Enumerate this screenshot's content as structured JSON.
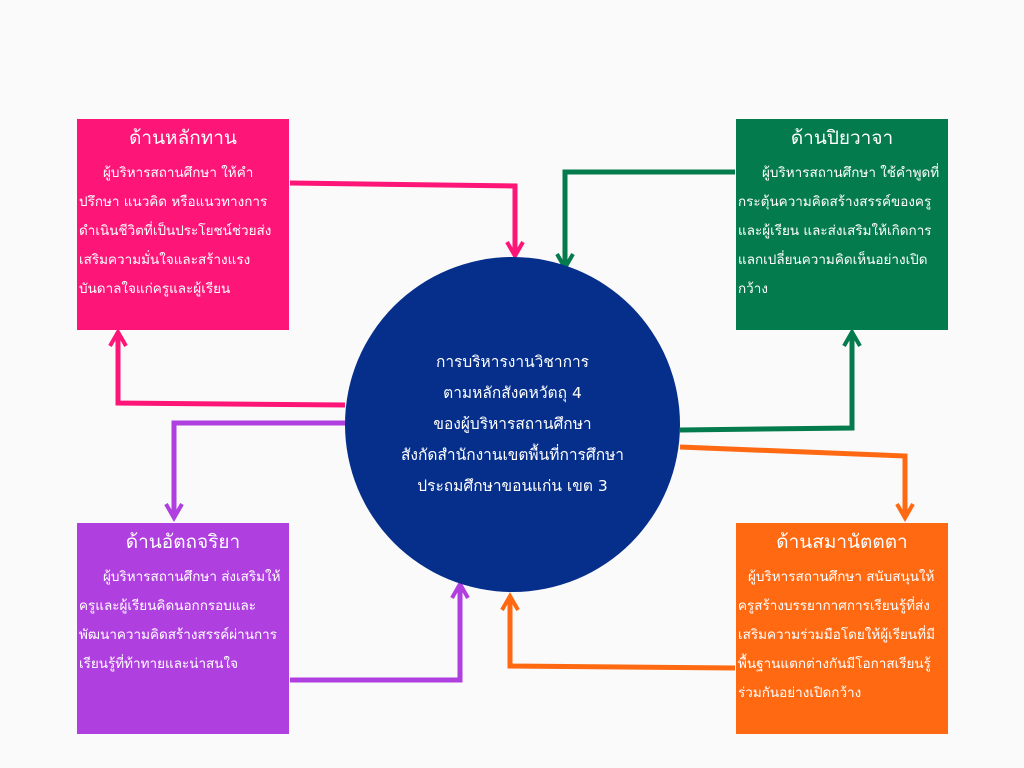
{
  "center": {
    "lines": [
      "การบริหารงานวิชาการ",
      "ตามหลักสังคหวัตถุ 4",
      "ของผู้บริหารสถานศึกษา",
      "สังกัดสำนักงานเขตพื้นที่การศึกษา",
      "ประถมศึกษาขอนแก่น เขต 3"
    ]
  },
  "boxes": {
    "pink": {
      "title": "ด้านหลักทาน",
      "text": "ผู้บริหารสถานศึกษา ให้คำปรึกษา แนวคิด  หรือแนวทางการดำเนินชีวิตที่เป็นประโยชน์ช่วยส่งเสริมความมั่นใจและสร้างแรงบันดาลใจแก่ครูและผู้เรียน"
    },
    "green": {
      "title": "ด้านปิยวาจา",
      "text": "ผู้บริหารสถานศึกษา ใช้คำพูดที่กระตุ้นความคิดสร้างสรรค์ของครูและผู้เรียน และส่งเสริมให้เกิดการแลกเปลี่ยนความคิดเห็นอย่างเปิดกว้าง"
    },
    "purple": {
      "title": "ด้านอัตถจริยา",
      "text": "ผู้บริหารสถานศึกษา ส่งเสริมให้ครูและผู้เรียนคิดนอกกรอบและพัฒนาความคิดสร้างสรรค์ผ่านการเรียนรู้ที่ท้าทายและน่าสนใจ"
    },
    "orange": {
      "title": "ด้านสมานัตตตา",
      "text": "ผู้บริหารสถานศึกษา สนับสนุนให้ครูสร้างบรรยากาศการเรียนรู้ที่ส่งเสริมความร่วมมือโดยให้ผู้เรียนที่มีพื้นฐานแตกต่างกันมีโอกาสเรียนรู้ร่วมกันอย่างเปิดกว้าง"
    }
  },
  "colors": {
    "pink": "#fd1578",
    "green": "#047b4c",
    "purple": "#b03fe0",
    "orange": "#ff6912",
    "navy": "#062f8c",
    "background": "#fafafa"
  }
}
